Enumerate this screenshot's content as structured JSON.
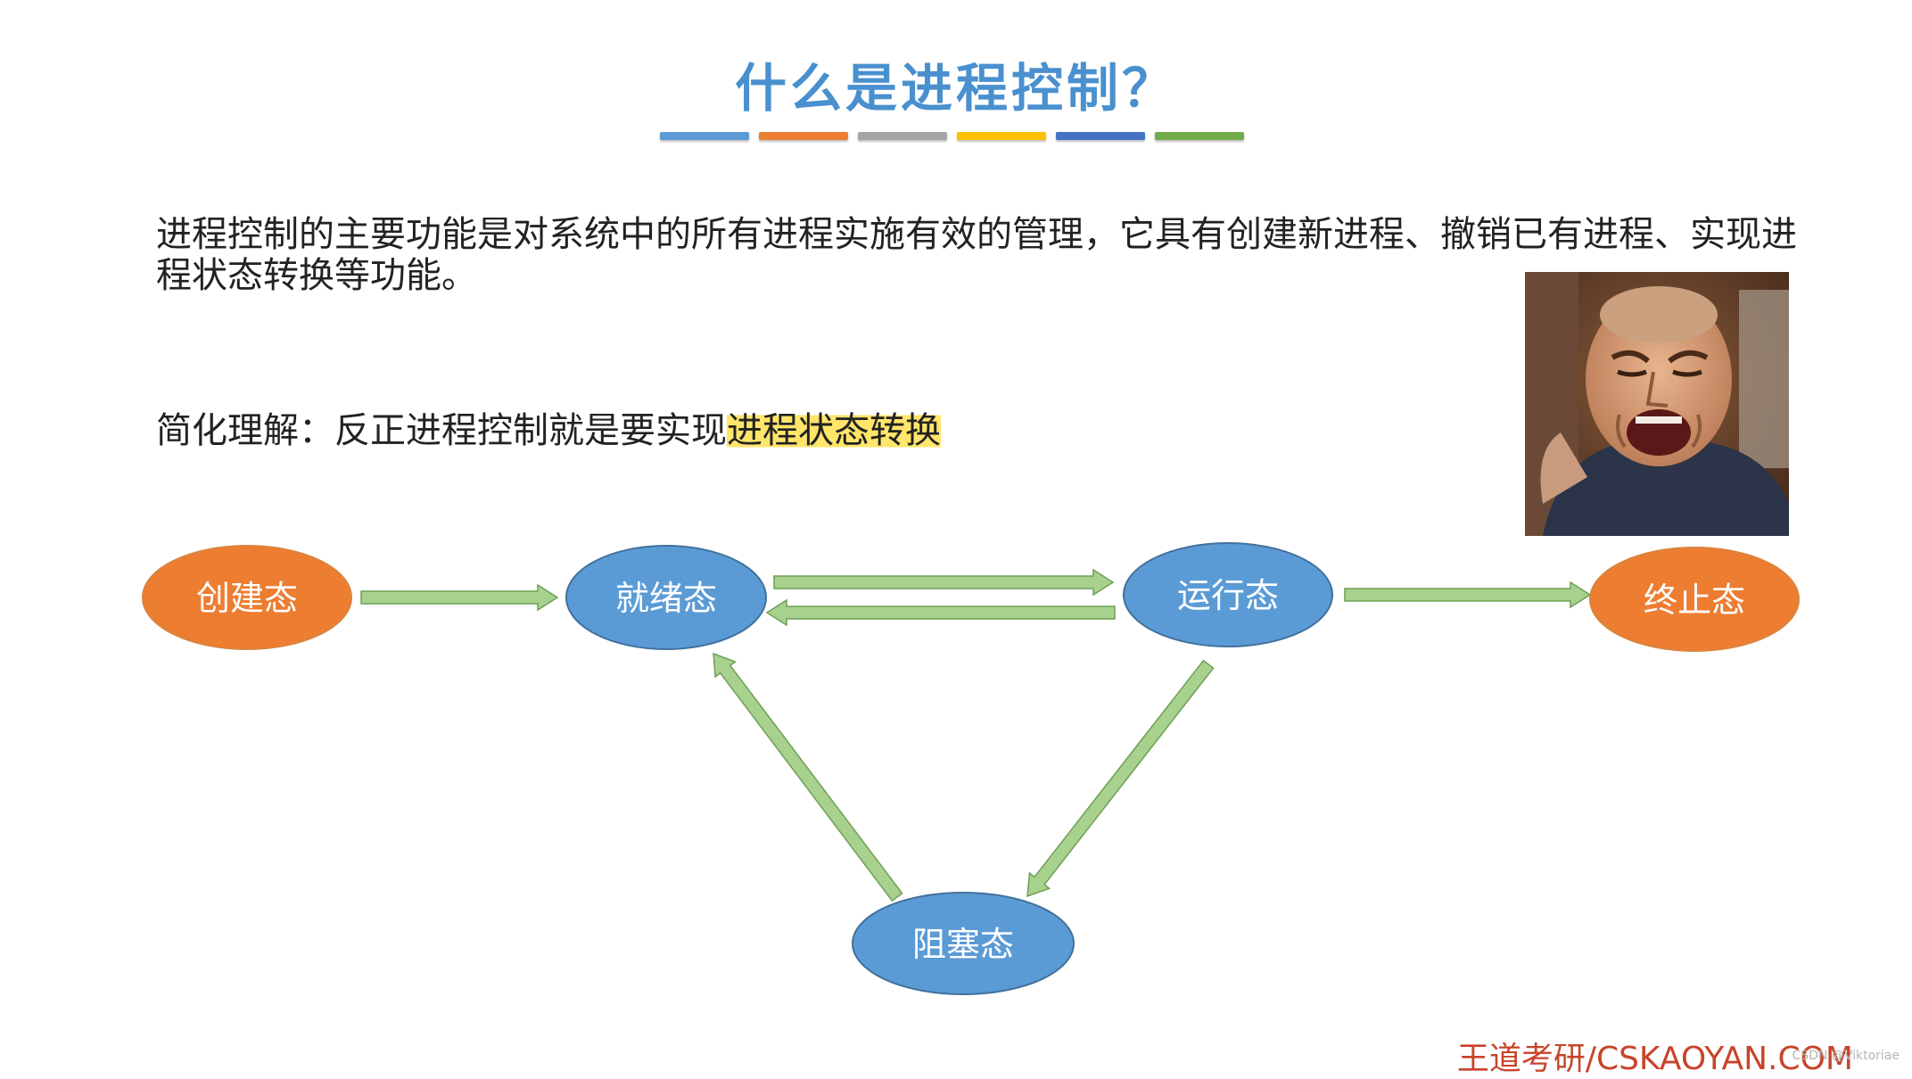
{
  "slide": {
    "title": "什么是进程控制？",
    "color_bar": [
      "#5b9bd5",
      "#ed7d31",
      "#a5a5a5",
      "#ffc000",
      "#4472c4",
      "#70ad47"
    ],
    "paragraph": "进程控制的主要功能是对系统中的所有进程实施有效的管理，它具有创建新进程、撤销已有进程、实现进程状态转换等功能。",
    "simplified_prefix": "简化理解：反正进程控制就是要实现",
    "simplified_highlight": "进程状态转换",
    "highlight_color": "#ffe56a",
    "photo_icon": "crying-man-meme-photo",
    "footer": "王道考研/CSKAOYAN.COM",
    "watermark": "CSDN @Viktoriae"
  },
  "diagram": {
    "nodes": [
      {
        "id": "create",
        "label": "创建态",
        "color": "#ed7d31"
      },
      {
        "id": "ready",
        "label": "就绪态",
        "color": "#5b9bd5"
      },
      {
        "id": "running",
        "label": "运行态",
        "color": "#5b9bd5"
      },
      {
        "id": "terminated",
        "label": "终止态",
        "color": "#ed7d31"
      },
      {
        "id": "blocked",
        "label": "阻塞态",
        "color": "#5b9bd5"
      }
    ],
    "edges": [
      {
        "from": "create",
        "to": "ready"
      },
      {
        "from": "ready",
        "to": "running"
      },
      {
        "from": "running",
        "to": "ready"
      },
      {
        "from": "running",
        "to": "terminated"
      },
      {
        "from": "running",
        "to": "blocked"
      },
      {
        "from": "blocked",
        "to": "ready"
      }
    ],
    "arrow_color": "#a9d18e",
    "arrow_stroke": "#6e9f55"
  }
}
